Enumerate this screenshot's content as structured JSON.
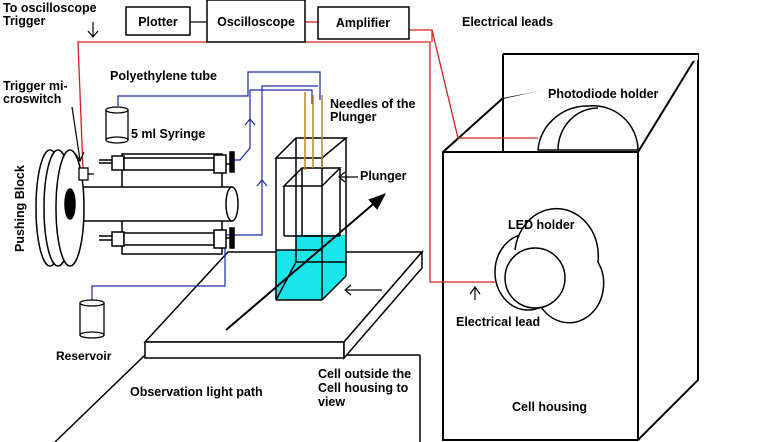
{
  "labels": {
    "to_oscilloscope_line1": "To oscilloscope",
    "to_oscilloscope_line2": "Trigger",
    "plotter": "Plotter",
    "oscilloscope": "Oscilloscope",
    "amplifier": "Amplifier",
    "electrical_leads": "Electrical leads",
    "trigger_line1": "Trigger mi-",
    "trigger_line2": "croswitch",
    "polyethylene_tube": "Polyethylene tube",
    "needles_line1": "Needles of the",
    "needles_line2": "Plunger",
    "photodiode_holder": "Photodiode holder",
    "syringe": "5 ml Syringe",
    "plunger": "Plunger",
    "pushing_block": "Pushing Block",
    "led_holder": "LED holder",
    "electrical_lead": "Electrical lead",
    "reservoir": "Reservoir",
    "observation_light_path": "Observation light path",
    "cell_outside_line1": "Cell outside the",
    "cell_outside_line2": "Cell housing to",
    "cell_outside_line3": "view",
    "cell_housing": "Cell housing"
  },
  "colors": {
    "lead": "#d42020",
    "tube": "#1a2aa8",
    "solution": "#19e6ea",
    "needle": "#b8862e"
  }
}
